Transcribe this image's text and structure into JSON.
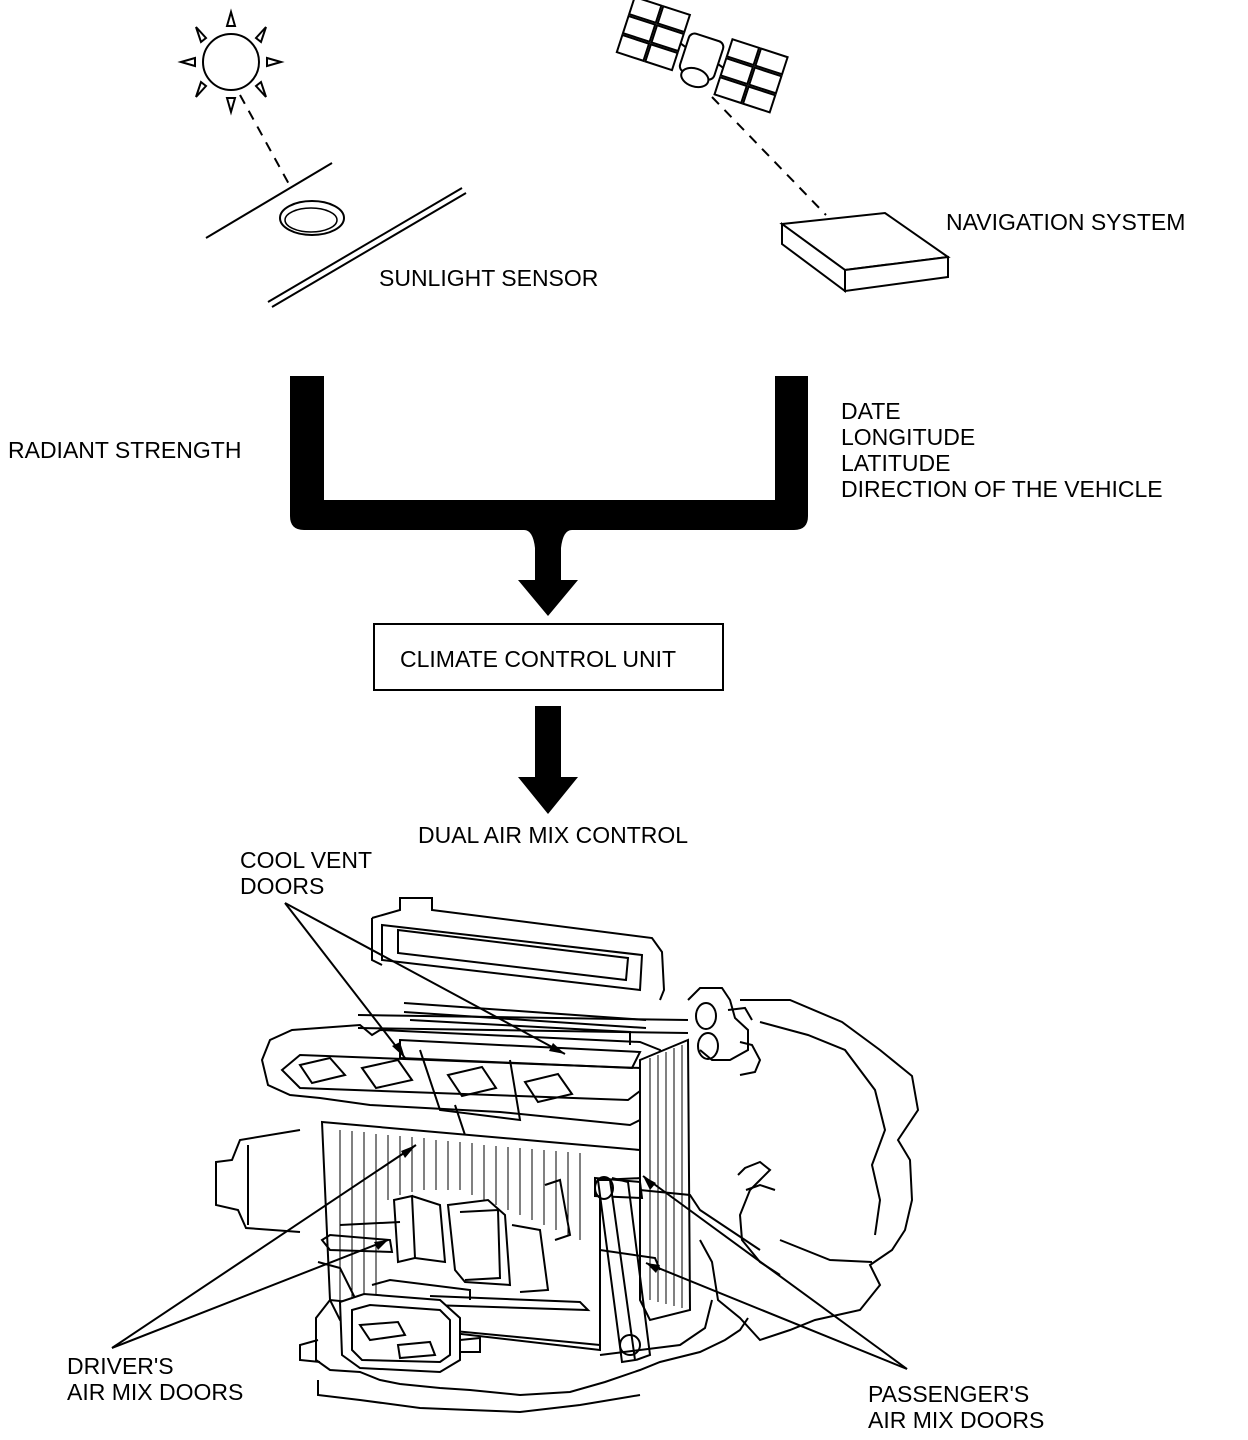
{
  "labels": {
    "sunlight_sensor": "SUNLIGHT SENSOR",
    "navigation_system": "NAVIGATION SYSTEM",
    "radiant_strength": "RADIANT STRENGTH",
    "nav_data": [
      "DATE",
      "LONGITUDE",
      "LATITUDE",
      "DIRECTION OF THE VEHICLE"
    ],
    "climate_control_unit": "CLIMATE CONTROL UNIT",
    "dual_air_mix_control": "DUAL AIR MIX CONTROL",
    "cool_vent_doors": [
      "COOL VENT",
      "DOORS"
    ],
    "drivers_air_mix_doors": [
      "DRIVER'S",
      "AIR MIX DOORS"
    ],
    "passengers_air_mix_doors": [
      "PASSENGER'S",
      "AIR MIX DOORS"
    ]
  },
  "icons": [
    "sun-icon",
    "satellite-icon",
    "navigation-unit-icon",
    "sunlight-sensor-icon",
    "hvac-unit-illustration"
  ],
  "colors": {
    "ink": "#000000",
    "paper": "#ffffff"
  }
}
